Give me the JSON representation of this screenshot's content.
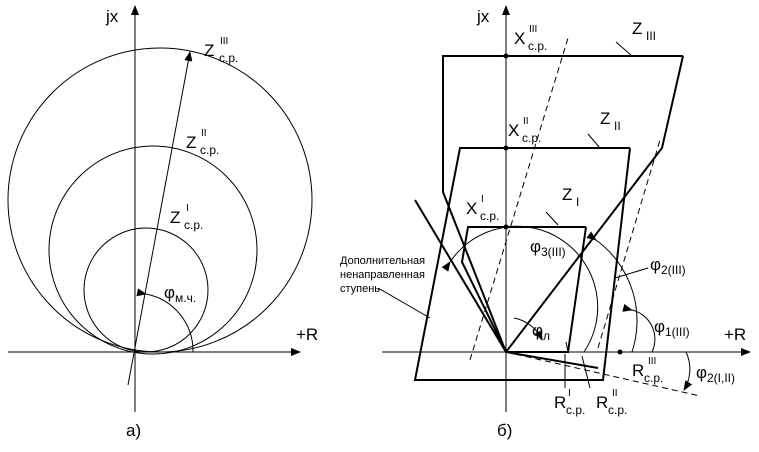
{
  "left": {
    "axis_y": "jx",
    "axis_x": "+R",
    "caption": "а)",
    "z1": {
      "main": "Z",
      "sup": "I",
      "sub": "с.р."
    },
    "z2": {
      "main": "Z",
      "sup": "II",
      "sub": "с.р."
    },
    "z3": {
      "main": "Z",
      "sup": "III",
      "sub": "с.р."
    },
    "phi": {
      "main": "φ",
      "sub": "м.ч."
    }
  },
  "right": {
    "axis_y": "jx",
    "axis_x": "+R",
    "caption": "б)",
    "x1": {
      "main": "X",
      "sup": "I",
      "sub": "с.р."
    },
    "x2": {
      "main": "X",
      "sup": "II",
      "sub": "с.р."
    },
    "x3": {
      "main": "X",
      "sup": "III",
      "sub": "с.р."
    },
    "zI": {
      "main": "Z",
      "sub": "I"
    },
    "zII": {
      "main": "Z",
      "sub": "II"
    },
    "zIII": {
      "main": "Z",
      "sub": "III"
    },
    "phi3": {
      "main": "φ",
      "sub": "3(III)"
    },
    "phi2": {
      "main": "φ",
      "sub": "2(III)"
    },
    "phi1": {
      "main": "φ",
      "sub": "1(III)"
    },
    "phil": {
      "main": "φ",
      "sub": "л"
    },
    "phi2_12": {
      "main": "φ",
      "sub": "2(I,II)"
    },
    "r1": {
      "main": "R",
      "sup": "I",
      "sub": "с.р."
    },
    "r2": {
      "main": "R",
      "sup": "II",
      "sub": "с.р."
    },
    "r3": {
      "main": "R",
      "sup": "III",
      "sub": "с.р."
    },
    "extra_stage": [
      "Дополнительная",
      "ненаправленная",
      "ступень"
    ]
  }
}
